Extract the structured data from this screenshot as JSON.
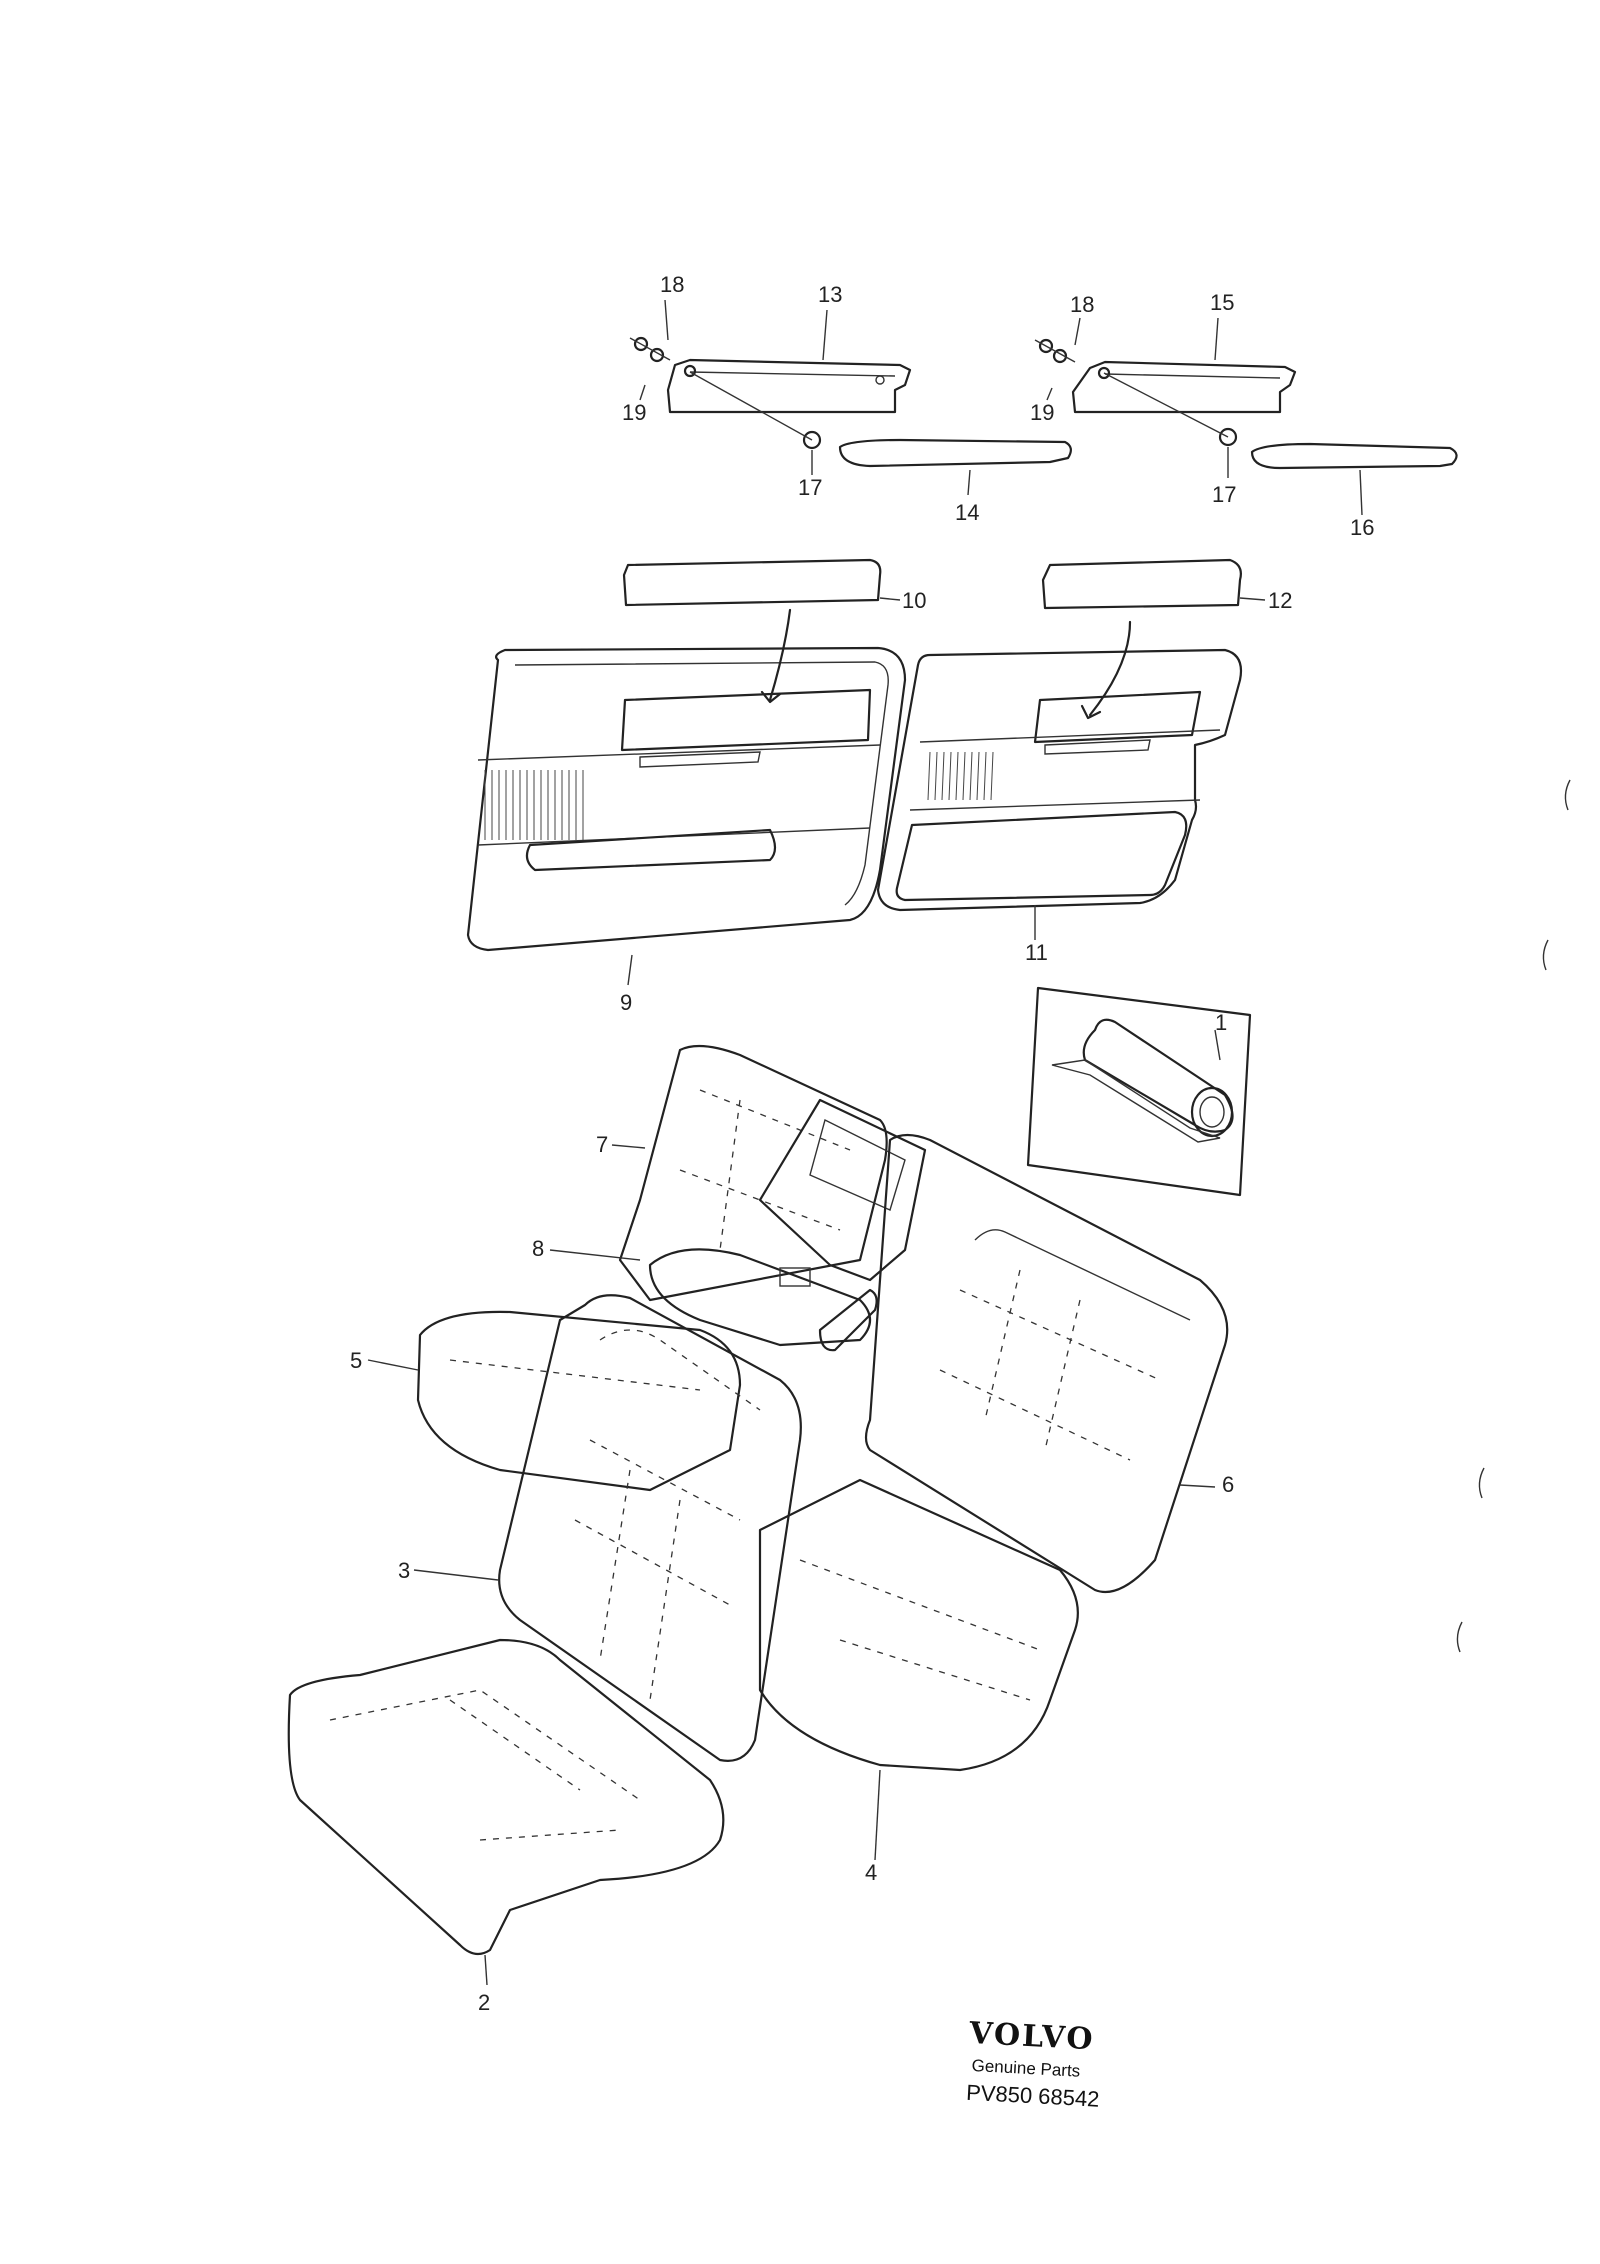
{
  "callouts": {
    "c1": "1",
    "c2": "2",
    "c3": "3",
    "c4": "4",
    "c5": "5",
    "c6": "6",
    "c7": "7",
    "c8": "8",
    "c9": "9",
    "c10": "10",
    "c11": "11",
    "c12": "12",
    "c13": "13",
    "c14": "14",
    "c15": "15",
    "c16": "16",
    "c17": "17",
    "c18": "18",
    "c19": "19"
  },
  "brand": {
    "name": "VOLVO",
    "tagline": "Genuine Parts",
    "code": "PV850 68542"
  }
}
